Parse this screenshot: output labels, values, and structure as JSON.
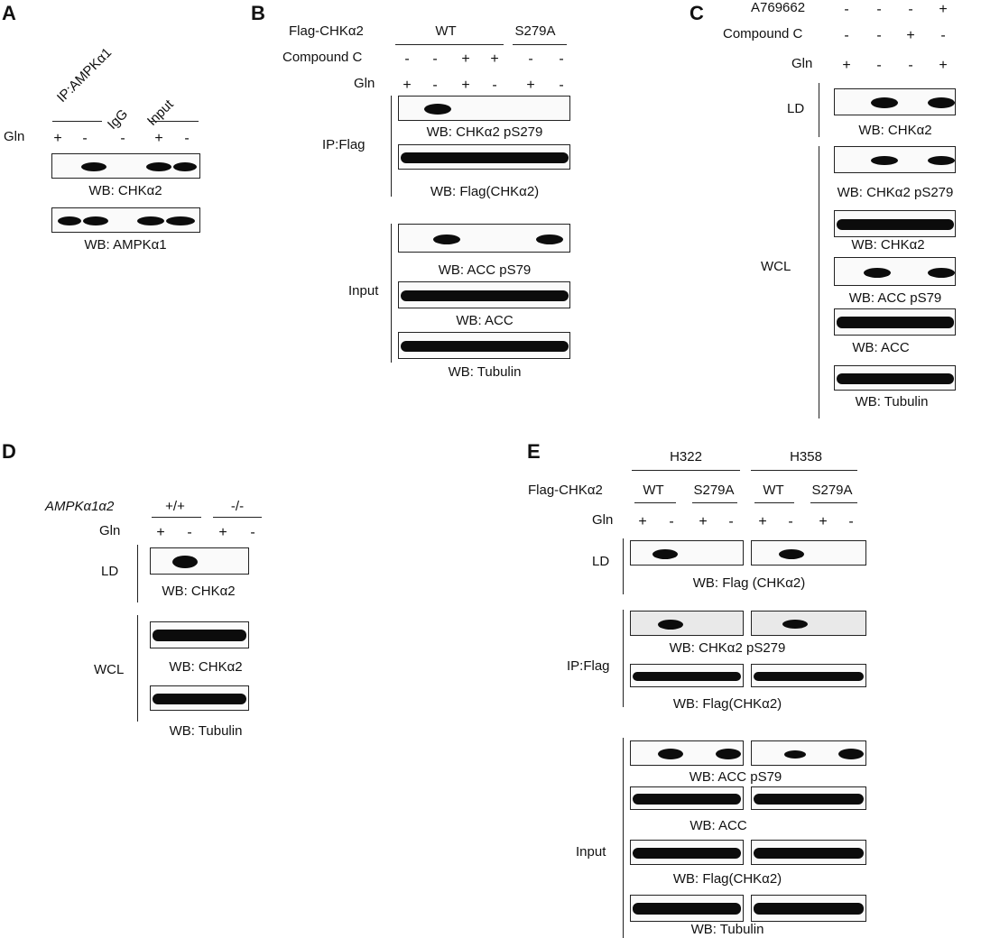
{
  "panels": {
    "A": {
      "letter": "A",
      "ip_label": "IP:AMPKα1",
      "igg_label": "IgG",
      "input_label": "Input",
      "gln_label": "Gln",
      "gln_signs": [
        "+",
        "-",
        "-",
        "+",
        "-"
      ],
      "wb": [
        "WB: CHKα2",
        "WB: AMPKα1"
      ]
    },
    "B": {
      "letter": "B",
      "flag_label": "Flag-CHKα2",
      "wt_label": "WT",
      "mut_label": "S279A",
      "compound_label": "Compound C",
      "compound_signs": [
        "-",
        "-",
        "+",
        "+",
        "-",
        "-"
      ],
      "gln_label": "Gln",
      "gln_signs": [
        "+",
        "-",
        "+",
        "-",
        "+",
        "-"
      ],
      "ip_label": "IP:Flag",
      "input_label": "Input",
      "wb": [
        "WB: CHKα2 pS279",
        "WB: Flag(CHKα2)",
        "WB: ACC pS79",
        "WB: ACC",
        "WB: Tubulin"
      ]
    },
    "C": {
      "letter": "C",
      "a769_label": "A769662",
      "a769_signs": [
        "-",
        "-",
        "-",
        "+"
      ],
      "compound_label": "Compound C",
      "compound_signs": [
        "-",
        "-",
        "+",
        "-"
      ],
      "gln_label": "Gln",
      "gln_signs": [
        "+",
        "-",
        "-",
        "+"
      ],
      "ld_label": "LD",
      "wcl_label": "WCL",
      "wb": [
        "WB: CHKα2",
        "WB: CHKα2 pS279",
        "WB: CHKα2",
        "WB: ACC pS79",
        "WB: ACC",
        "WB: Tubulin"
      ]
    },
    "D": {
      "letter": "D",
      "genotype_label": "AMPKα1α2",
      "wt_label": "+/+",
      "ko_label": "-/-",
      "gln_label": "Gln",
      "gln_signs": [
        "+",
        "-",
        "+",
        "-"
      ],
      "ld_label": "LD",
      "wcl_label": "WCL",
      "wb": [
        "WB: CHKα2",
        "WB: CHKα2",
        "WB: Tubulin"
      ]
    },
    "E": {
      "letter": "E",
      "cell_lines": [
        "H322",
        "H358"
      ],
      "flag_label": "Flag-CHKα2",
      "wt_label": "WT",
      "mut_label": "S279A",
      "gln_label": "Gln",
      "gln_signs": [
        "+",
        "-",
        "+",
        "-"
      ],
      "ld_label": "LD",
      "ip_label": "IP:Flag",
      "input_label": "Input",
      "wb": [
        "WB: Flag (CHKα2)",
        "WB: CHKα2 pS279",
        "WB: Flag(CHKα2)",
        "WB: ACC pS79",
        "WB: ACC",
        "WB: Flag(CHKα2)",
        "WB: Tubulin"
      ]
    }
  }
}
